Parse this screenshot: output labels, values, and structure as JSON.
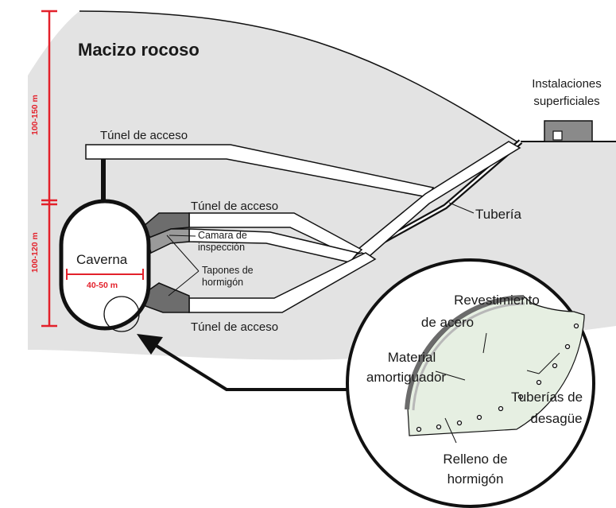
{
  "labels": {
    "rock_mass": "Macizo rocoso",
    "surface_facilities_line1": "Instalaciones",
    "surface_facilities_line2": "superficiales",
    "access_tunnel_top": "Túnel de acceso",
    "access_tunnel_middle": "Túnel de acceso",
    "access_tunnel_bottom": "Túnel de acceso",
    "pipe": "Tubería",
    "cavern": "Caverna",
    "cavern_width": "40-50 m",
    "inspection_chamber_line1": "Camara de",
    "inspection_chamber_line2": "inspección",
    "concrete_plugs_line1": "Tapones de",
    "concrete_plugs_line2": "hormigón",
    "dim_upper": "100-150 m",
    "dim_lower": "100-120 m"
  },
  "detail": {
    "steel_lining_line1": "Revestimiento",
    "steel_lining_line2": "de acero",
    "damping_material_line1": "Material",
    "damping_material_line2": "amortiguador",
    "drain_pipes_line1": "Tuberías de",
    "drain_pipes_line2": "desagüe",
    "concrete_fill_line1": "Relleno de",
    "concrete_fill_line2": "hormigón"
  },
  "colors": {
    "rock": "#e3e3e3",
    "dimension": "#e3212b",
    "plug": "#6d6d6d",
    "fill_detail": "#e6efe2",
    "lining": "#6b6b6b",
    "outline": "#111111"
  }
}
